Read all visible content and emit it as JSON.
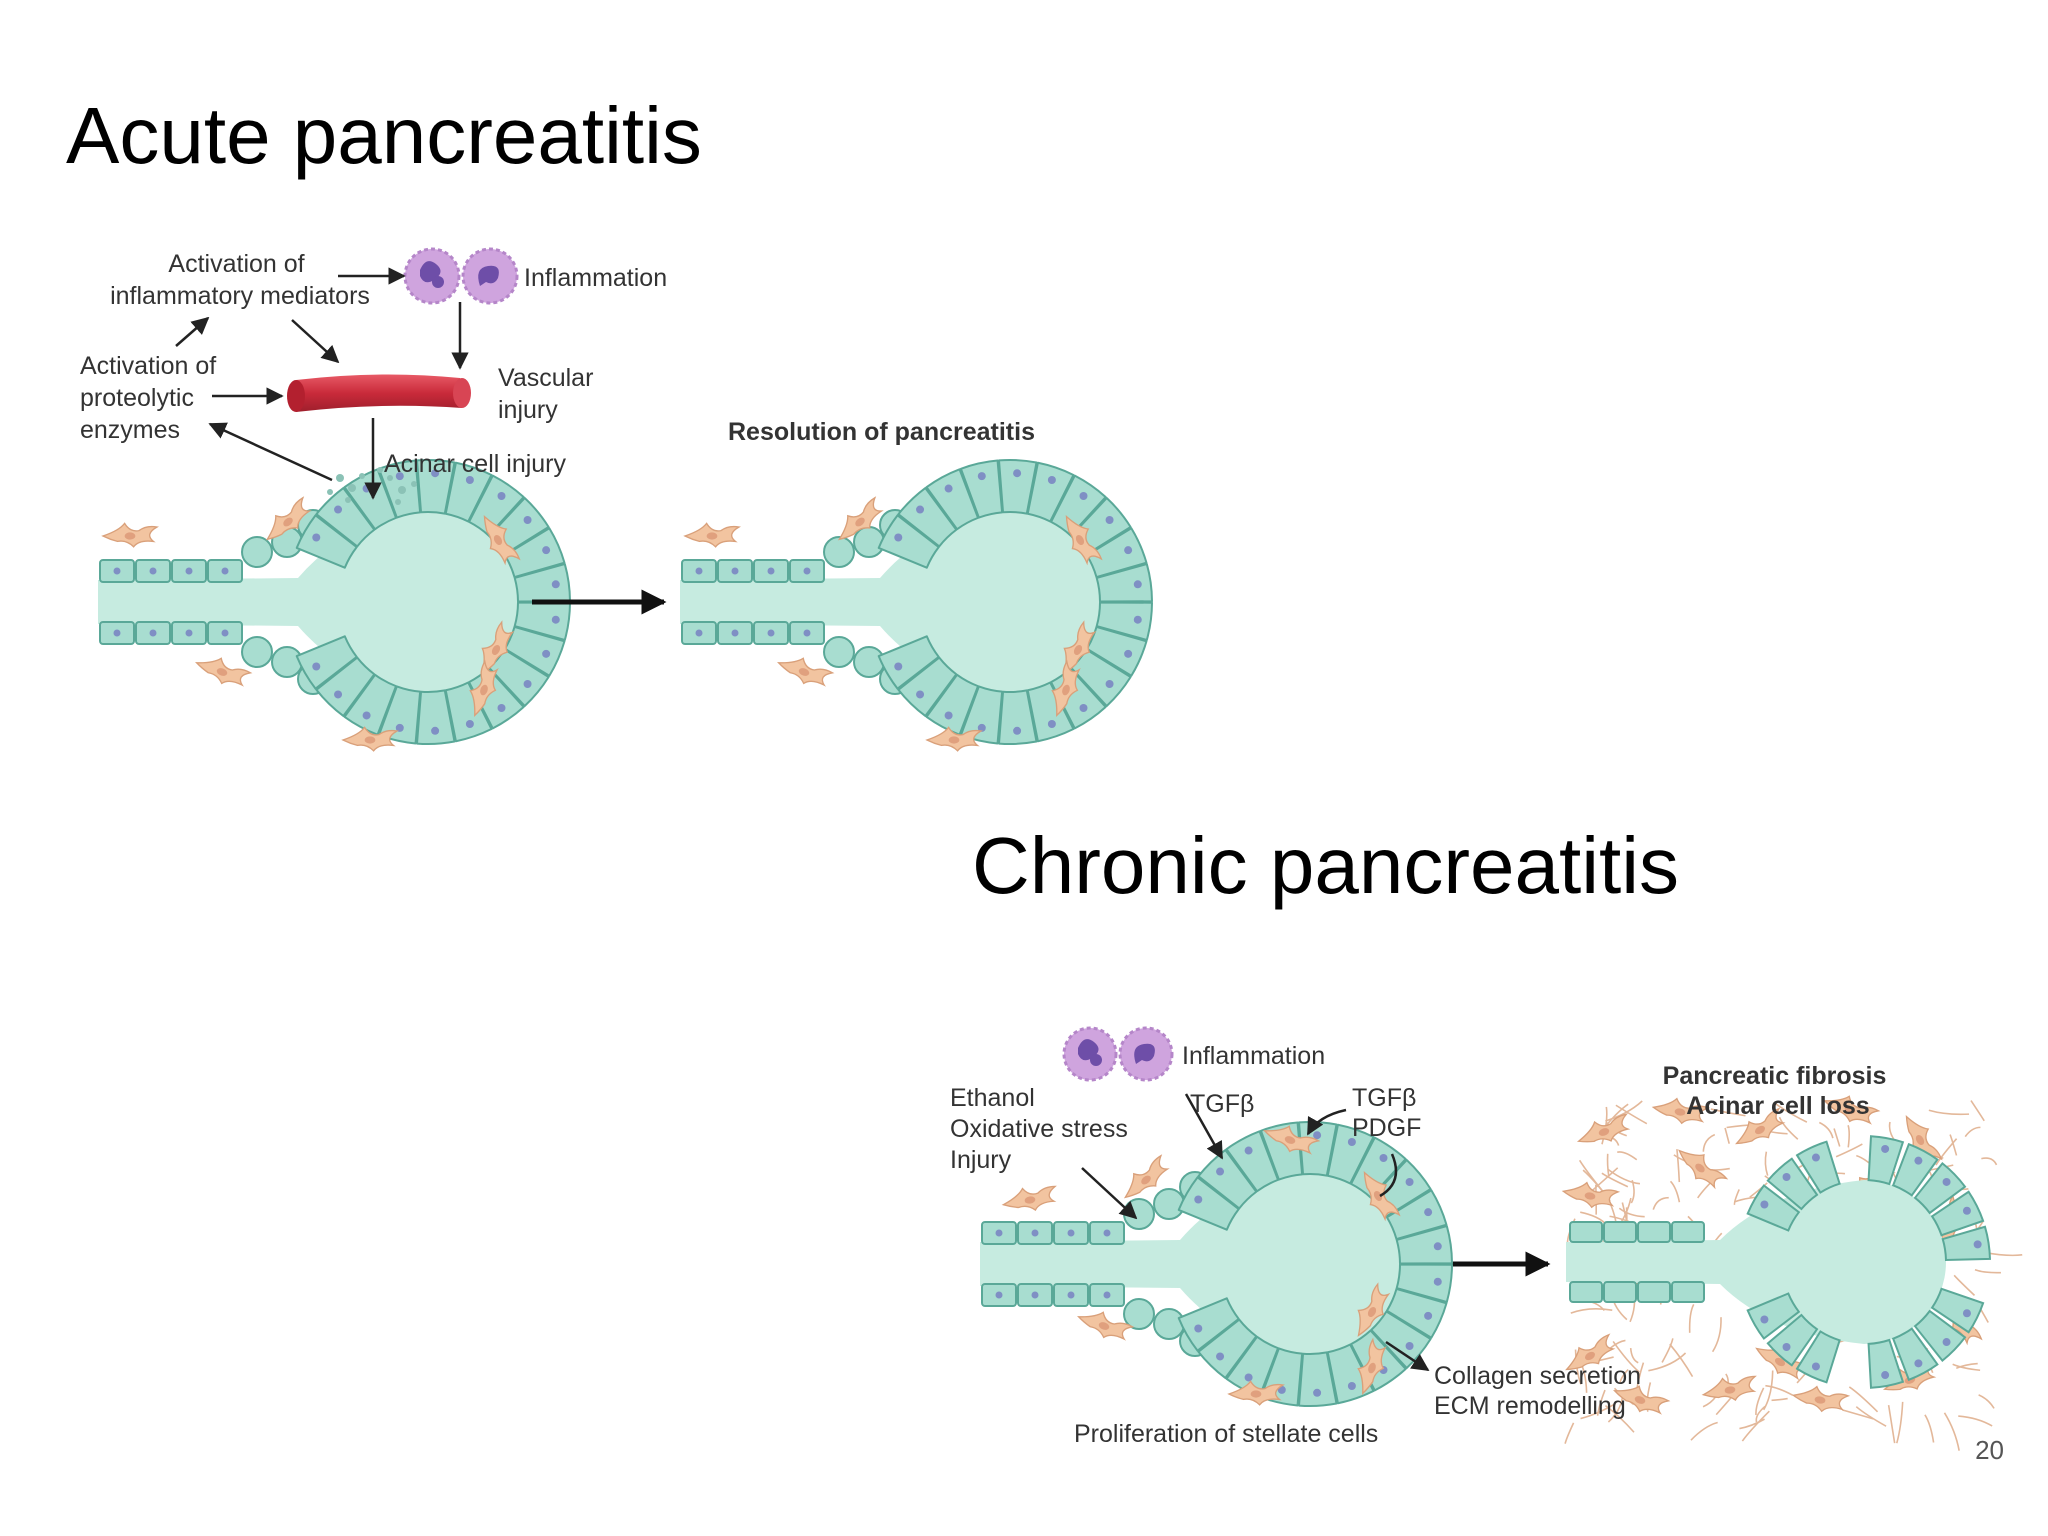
{
  "titles": {
    "acute": "Acute pancreatitis",
    "chronic": "Chronic pancreatitis"
  },
  "page_number": "20",
  "acute_diagram": {
    "activation_inflammatory": [
      "Activation of",
      "inflammatory mediators"
    ],
    "inflammation": "Inflammation",
    "activation_proteolytic": [
      "Activation of",
      "proteolytic",
      "enzymes"
    ],
    "vascular_injury": [
      "Vascular",
      "injury"
    ],
    "acinar_cell_injury": "Acinar cell injury",
    "resolution": "Resolution of pancreatitis"
  },
  "chronic_diagram": {
    "inflammation": "Inflammation",
    "causes": [
      "Ethanol",
      "Oxidative stress",
      "Injury"
    ],
    "tgf_1": "TGFβ",
    "growth_factors": [
      "TGFβ",
      "PDGF"
    ],
    "outcome": [
      "Pancreatic fibrosis",
      "Acinar cell loss"
    ],
    "collagen": [
      "Collagen secretion",
      "ECM remodelling"
    ],
    "proliferation": "Proliferation of stellate cells"
  },
  "colors": {
    "acinar_fill": "#a8ddd0",
    "acinar_stroke": "#5aa898",
    "lumen_fill": "#c6ebe0",
    "stellate_fill": "#f2c4a0",
    "vessel_fill": "#d63a48",
    "neutrophil_fill": "#c79ad6",
    "neutrophil_nucleus": "#7a58b6"
  }
}
